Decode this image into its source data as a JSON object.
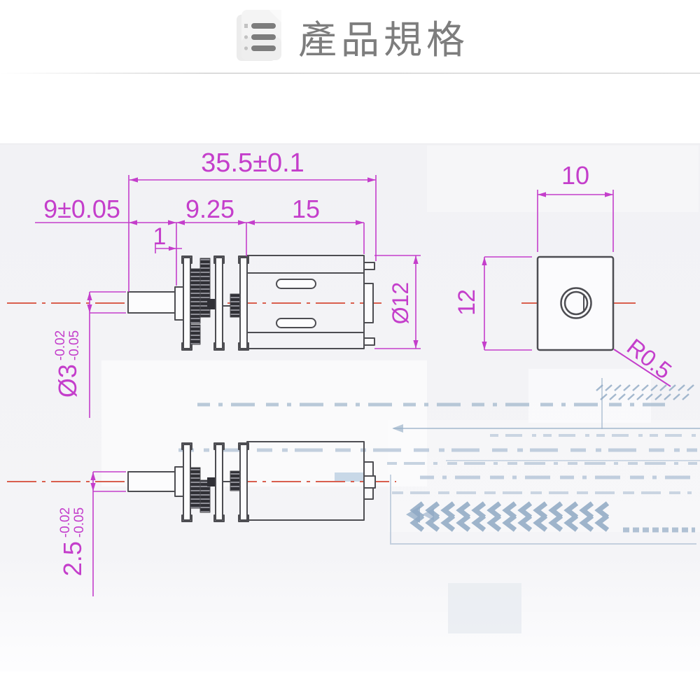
{
  "header": {
    "title": "產品規格"
  },
  "drawing": {
    "dims": {
      "total_length": "35.5±0.1",
      "shaft_length": "9±0.05",
      "gearbox_length": "9.25",
      "motor_length": "15",
      "step_width": "1",
      "body_diameter": "Ø12",
      "shaft_diameter": "Ø3",
      "shaft_diameter_tol_upper": "-0.02",
      "shaft_diameter_tol_lower": "-0.05",
      "mount_width": "10",
      "mount_height": "12",
      "corner_radius": "R0.5",
      "shaft_flat": "2.5",
      "shaft_flat_tol_upper": "-0.02",
      "shaft_flat_tol_lower": "-0.05"
    },
    "colors": {
      "dimension": "#c43ecb",
      "centerline": "#d95f4e",
      "outline": "#4d4d52",
      "watermark": "#9db3cb"
    }
  }
}
